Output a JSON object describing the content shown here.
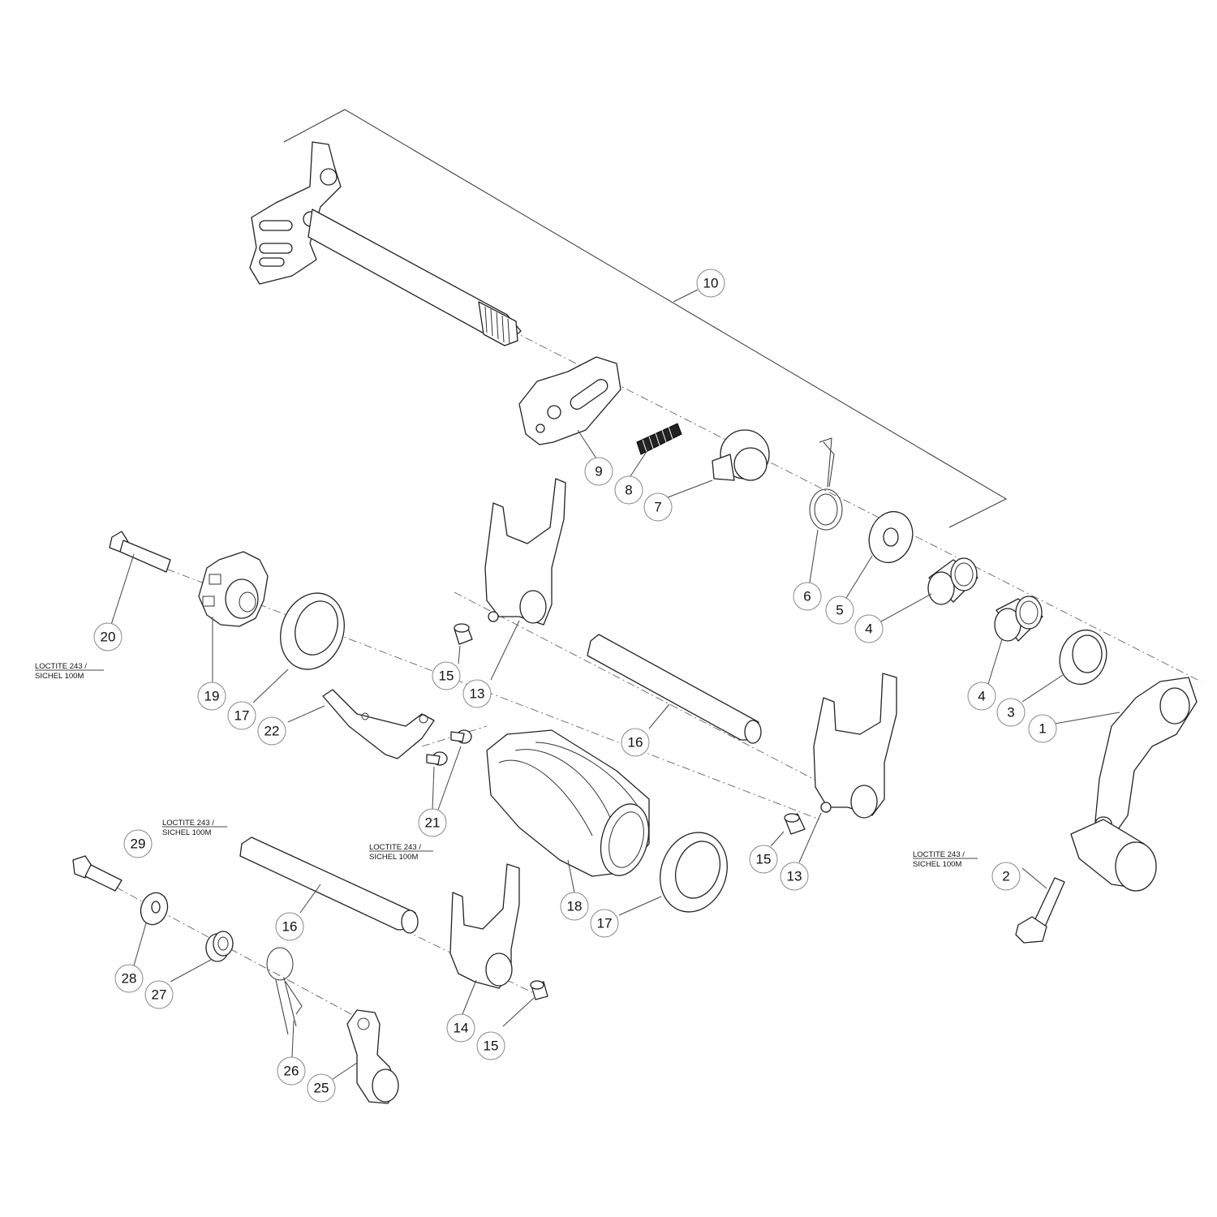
{
  "diagram": {
    "callouts": [
      {
        "id": "c10",
        "label": "10"
      },
      {
        "id": "c9",
        "label": "9"
      },
      {
        "id": "c8",
        "label": "8"
      },
      {
        "id": "c7",
        "label": "7"
      },
      {
        "id": "c6",
        "label": "6"
      },
      {
        "id": "c5",
        "label": "5"
      },
      {
        "id": "c4a",
        "label": "4"
      },
      {
        "id": "c4b",
        "label": "4"
      },
      {
        "id": "c3",
        "label": "3"
      },
      {
        "id": "c1",
        "label": "1"
      },
      {
        "id": "c2",
        "label": "2"
      },
      {
        "id": "c20",
        "label": "20"
      },
      {
        "id": "c19",
        "label": "19"
      },
      {
        "id": "c17a",
        "label": "17"
      },
      {
        "id": "c22",
        "label": "22"
      },
      {
        "id": "c15a",
        "label": "15"
      },
      {
        "id": "c13a",
        "label": "13"
      },
      {
        "id": "c16a",
        "label": "16"
      },
      {
        "id": "c21",
        "label": "21"
      },
      {
        "id": "c15b",
        "label": "15"
      },
      {
        "id": "c13b",
        "label": "13"
      },
      {
        "id": "c29",
        "label": "29"
      },
      {
        "id": "c18",
        "label": "18"
      },
      {
        "id": "c17b",
        "label": "17"
      },
      {
        "id": "c16b",
        "label": "16"
      },
      {
        "id": "c28",
        "label": "28"
      },
      {
        "id": "c27",
        "label": "27"
      },
      {
        "id": "c14",
        "label": "14"
      },
      {
        "id": "c15c",
        "label": "15"
      },
      {
        "id": "c26",
        "label": "26"
      },
      {
        "id": "c25",
        "label": "25"
      }
    ],
    "notes": [
      {
        "id": "n20",
        "line1": "LOCTITE 243 /",
        "line2": "SICHEL 100M"
      },
      {
        "id": "n21",
        "line1": "LOCTITE 243 /",
        "line2": "SICHEL 100M"
      },
      {
        "id": "n29",
        "line1": "LOCTITE 243 /",
        "line2": "SICHEL 100M"
      },
      {
        "id": "n2",
        "line1": "LOCTITE 243 /",
        "line2": "SICHEL 100M"
      }
    ]
  }
}
